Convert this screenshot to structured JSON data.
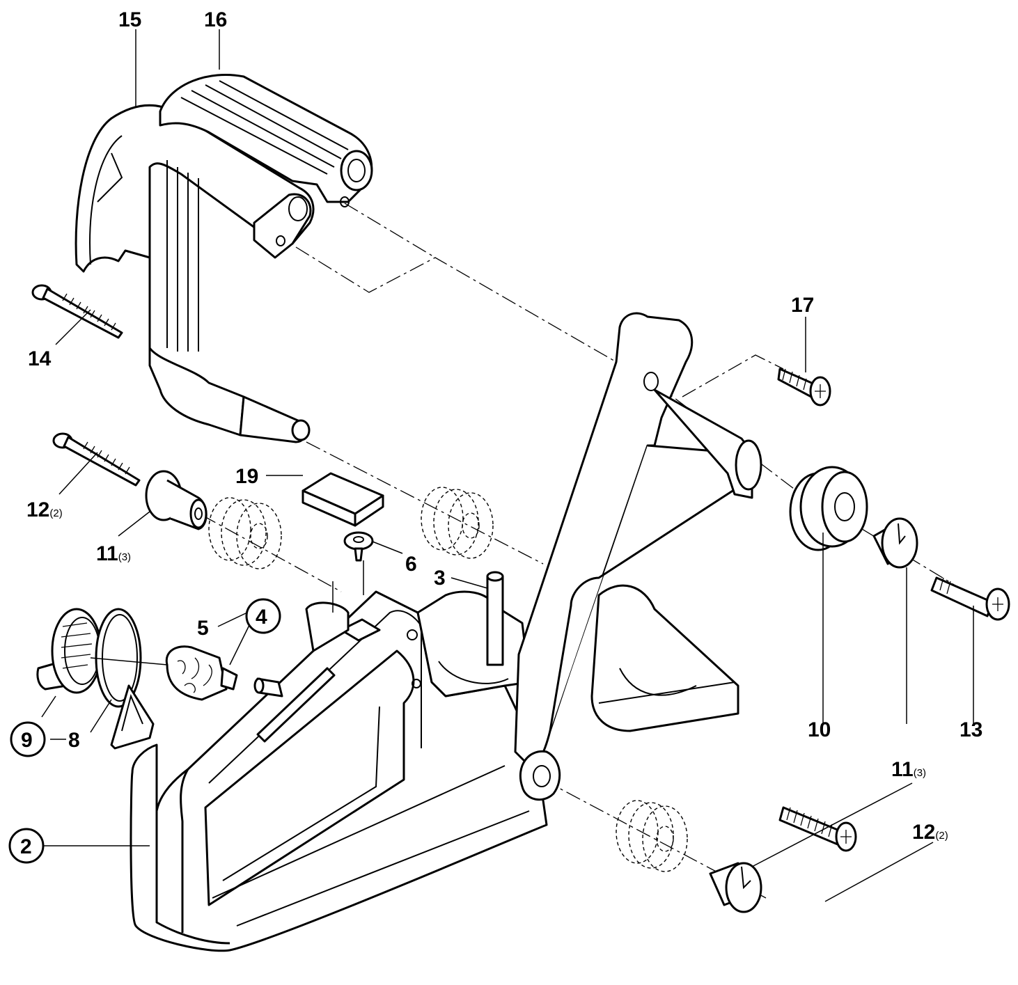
{
  "labels": {
    "p15": "15",
    "p16": "16",
    "p17": "17",
    "p14": "14",
    "p19": "19",
    "p12a": "12",
    "p12a_qty": "(2)",
    "p11a": "11",
    "p11a_qty": "(3)",
    "p6": "6",
    "p3": "3",
    "p5": "5",
    "p4": "4",
    "p9": "9",
    "p8": "8",
    "p10": "10",
    "p13": "13",
    "p11b": "11",
    "p11b_qty": "(3)",
    "p2": "2",
    "p12b": "12",
    "p12b_qty": "(2)"
  }
}
